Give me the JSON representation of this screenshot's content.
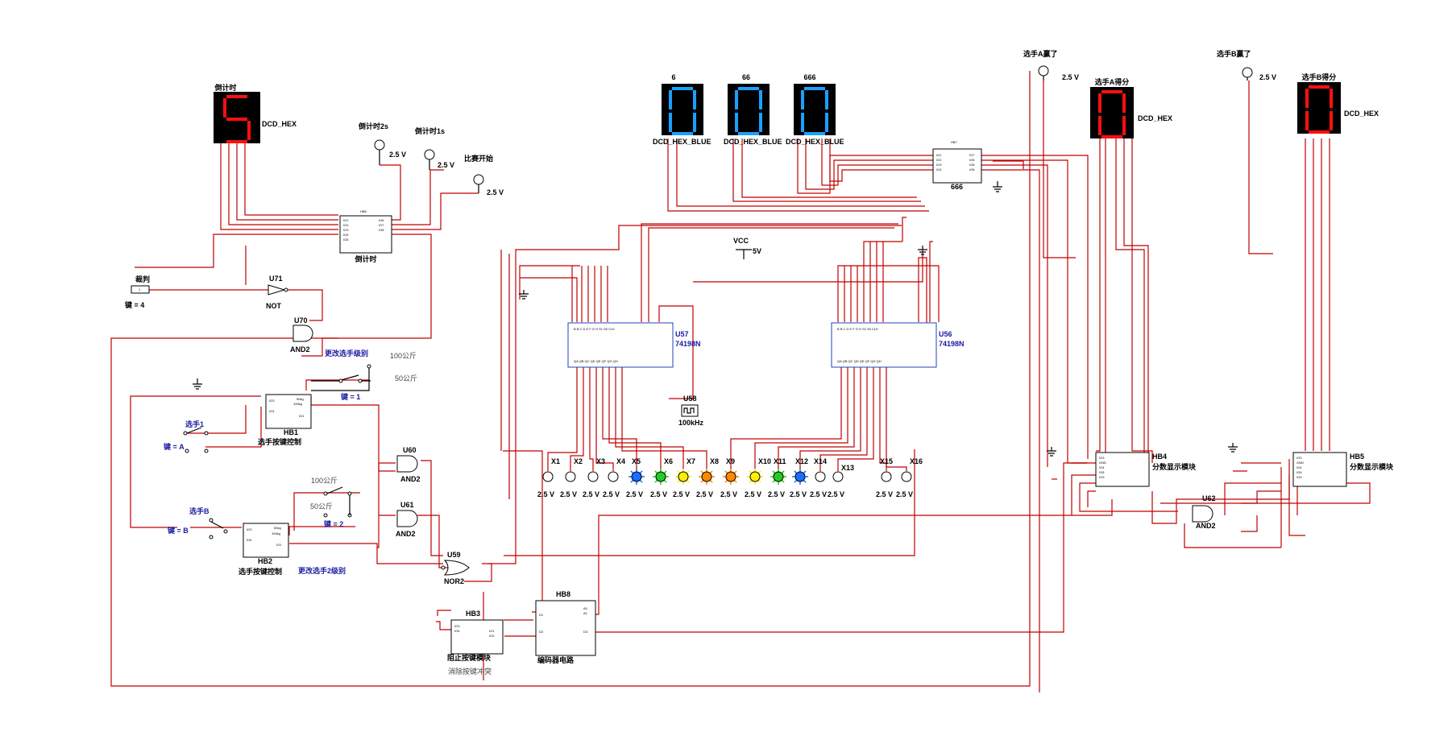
{
  "displays": {
    "countdown": {
      "digit": "5",
      "title": "倒计时",
      "decoder": "DCD_HEX"
    },
    "a_score": {
      "digit": "0",
      "title": "选手A得分",
      "decoder": "DCD_HEX"
    },
    "b_score": {
      "digit": "0",
      "title": "选手B得分",
      "decoder": "DCD_HEX"
    },
    "weights": [
      {
        "digit": "0",
        "title": "6",
        "decoder": "DCD_HEX_BLUE"
      },
      {
        "digit": "0",
        "title": "66",
        "decoder": "DCD_HEX_BLUE"
      },
      {
        "digit": "0",
        "title": "666",
        "decoder": "DCD_HEX_BLUE"
      }
    ]
  },
  "probes": {
    "countdown_2s": {
      "label": "倒计时2s",
      "voltage": "2.5 V"
    },
    "countdown_1s": {
      "label": "倒计时1s",
      "voltage": "2.5 V"
    },
    "match_start": {
      "label": "比赛开始",
      "voltage": "2.5 V"
    },
    "a_win": {
      "label": "选手A赢了",
      "voltage": "2.5 V"
    },
    "b_win": {
      "label": "选手B赢了",
      "voltage": "2.5 V"
    }
  },
  "modules": {
    "hb6": {
      "id": "HB6",
      "name": "倒计时",
      "pins_l": [
        "IO1",
        "IO2",
        "IO3",
        "IO4",
        "IO5"
      ],
      "pins_r": [
        "IO6",
        "IO7",
        "IO8"
      ]
    },
    "hb1": {
      "id": "HB1",
      "name": "选手按键控制"
    },
    "hb2": {
      "id": "HB2",
      "name": "选手按键控制"
    },
    "hb3": {
      "id": "HB3",
      "name": "阻止按键模块",
      "note": "消除按键冲突"
    },
    "hb8": {
      "id": "HB8",
      "name": "编码器电路"
    },
    "hb7": {
      "id": "HB7",
      "name": "666",
      "pins_l": [
        "IO1",
        "IO2",
        "IO3",
        "IO4"
      ],
      "pins_r": [
        "IO7",
        "IO5",
        "IO8",
        "IO6"
      ]
    },
    "hb4": {
      "id": "HB4",
      "name": "分数显示模块"
    },
    "hb5": {
      "id": "HB5",
      "name": "分数显示模块"
    }
  },
  "gates": {
    "u71": {
      "id": "U71",
      "type": "NOT"
    },
    "u70": {
      "id": "U70",
      "type": "AND2"
    },
    "u60": {
      "id": "U60",
      "type": "AND2"
    },
    "u61": {
      "id": "U61",
      "type": "AND2"
    },
    "u59": {
      "id": "U59",
      "type": "NOR2"
    },
    "u62": {
      "id": "U62",
      "type": "AND2"
    }
  },
  "chips": {
    "u57": {
      "id": "U57",
      "part": "74198N"
    },
    "u56": {
      "id": "U56",
      "part": "74198N"
    }
  },
  "clock": {
    "id": "U58",
    "freq": "100kHz"
  },
  "vcc": {
    "label": "VCC",
    "voltage": "5V"
  },
  "referee": {
    "label": "裁判",
    "key": "键 = 4"
  },
  "player1": {
    "label": "选手1",
    "key": "键 = A"
  },
  "playerB": {
    "label": "选手B",
    "key": "键 = B"
  },
  "switch1": {
    "title": "更改选手级别",
    "opt1": "100公斤",
    "opt2": "50公斤",
    "key": "键 = 1"
  },
  "switch2": {
    "title": "更改选手2级别",
    "opt1": "100公斤",
    "opt2": "50公斤",
    "key": "键 = 2"
  },
  "pin_labels": {
    "kg100": "100kg",
    "kg50": "50kg"
  },
  "leds": [
    {
      "id": "X1",
      "voltage": "2.5 V",
      "color": "#ffffff"
    },
    {
      "id": "X2",
      "voltage": "2.5 V",
      "color": "#ffffff"
    },
    {
      "id": "X3",
      "voltage": "2.5 V",
      "color": "#ffffff"
    },
    {
      "id": "X4",
      "voltage": "2.5 V",
      "color": "#ffffff"
    },
    {
      "id": "X5",
      "voltage": "2.5 V",
      "color": "#1a6dff"
    },
    {
      "id": "X6",
      "voltage": "2.5 V",
      "color": "#22cc22"
    },
    {
      "id": "X7",
      "voltage": "2.5 V",
      "color": "#ffee00"
    },
    {
      "id": "X8",
      "voltage": "2.5 V",
      "color": "#ff8800"
    },
    {
      "id": "X9",
      "voltage": "2.5 V",
      "color": "#ff8800"
    },
    {
      "id": "X10",
      "voltage": "2.5 V",
      "color": "#ffee00"
    },
    {
      "id": "X11",
      "voltage": "2.5 V",
      "color": "#22cc22"
    },
    {
      "id": "X12",
      "voltage": "2.5 V",
      "color": "#1a6dff"
    },
    {
      "id": "X14",
      "voltage": "2.5 V",
      "color": "#ffffff"
    },
    {
      "id": "X13",
      "voltage": "2.5 V",
      "color": "#ffffff"
    },
    {
      "id": "X15",
      "voltage": "2.5 V",
      "color": "#ffffff"
    },
    {
      "id": "X16",
      "voltage": "2.5 V",
      "color": "#ffffff"
    }
  ]
}
